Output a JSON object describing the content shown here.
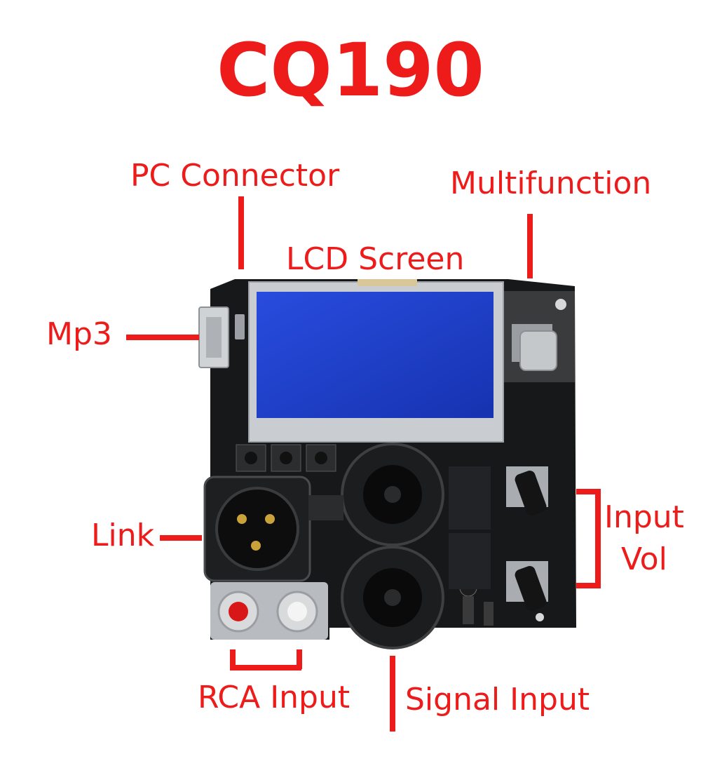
{
  "title": "CQ190",
  "colors": {
    "label": "#ee1b1b",
    "board": "#17181a",
    "lcd": "#1f3fd0",
    "bezel": "#c9ccd0"
  },
  "labels": {
    "pc_connector": "PC Connector",
    "multifunction": "Multifunction",
    "lcd_screen": "LCD Screen",
    "mp3": "Mp3",
    "link": "Link",
    "input_vol_line1": "Input",
    "input_vol_line2": "Vol",
    "rca_input": "RCA Input",
    "signal_input": "Signal Input"
  }
}
